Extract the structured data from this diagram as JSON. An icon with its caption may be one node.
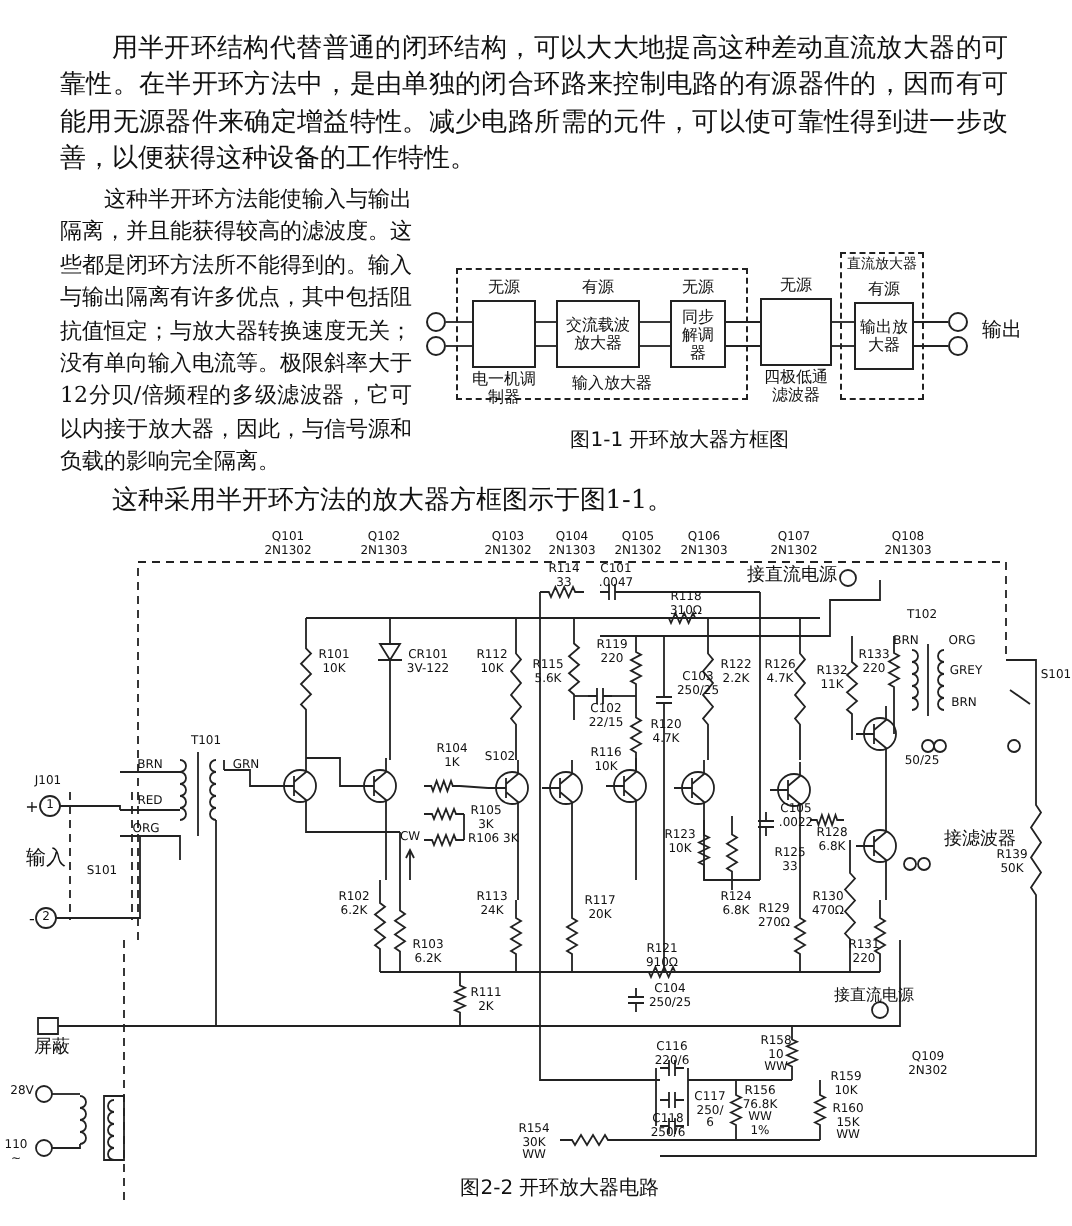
{
  "diagram": {
    "nodes": [
      {
        "text": [],
        "shape": "circle"
      },
      {
        "text": [],
        "shape": "circle"
      },
      {
        "text": [
          "输入放大器"
        ]
      },
      {
        "text": [
          "无源",
          "电一机调制器"
        ],
        "in": 2
      },
      {
        "text": [
          "有源",
          "交流载波放大器"
        ],
        "in": 2
      },
      {
        "text": [
          "无源",
          "同步解调器"
        ],
        "in": 2
      },
      {
        "text": [
          "无源",
          "四极低通滤波器"
        ]
      },
      {
        "text": [
          "直流放大器"
        ]
      },
      {
        "text": [
          "有源",
          "输出放大器"
        ],
        "in": 7
      },
      {
        "text": [],
        "shape": "circle"
      },
      {
        "text": [],
        "shape": "circle"
      }
    ],
    "edges": [
      {
        "from": 0,
        "to": 3,
        "arrow": "none"
      },
      {
        "from": 1,
        "to": 3,
        "arrow": "none"
      },
      {
        "from": 3,
        "to": 4,
        "arrow": "none"
      },
      {
        "from": 3,
        "to": 4,
        "arrow": "none"
      },
      {
        "from": 4,
        "to": 5,
        "arrow": "none"
      },
      {
        "from": 4,
        "to": 5,
        "arrow": "none"
      },
      {
        "from": 5,
        "to": 6,
        "arrow": "none"
      },
      {
        "from": 5,
        "to": 6,
        "arrow": "none"
      },
      {
        "from": 6,
        "to": 8,
        "arrow": "none"
      },
      {
        "from": 6,
        "to": 8,
        "arrow": "none"
      },
      {
        "from": 8,
        "to": 9,
        "arrow": "none"
      },
      {
        "from": 8,
        "to": 10,
        "arrow": "none"
      }
    ],
    "labels": [
      "用半开环结构代替普通的闭环结构，可以大大地提高这种差动直流放大器的可靠性。在半开环方法中，是由单独的闭合环路来控制电路的有源器件的，因而有可能用无源器件来确定增益特性。减少电路所需的元件，可以使可靠性得到进一步改善，以便获得这种设备的工作特性。",
      "这种半开环方法能使输入与输出隔离，并且能获得较高的滤波度。这些都是闭环方法所不能得到的。输入与输出隔离有许多优点，其中包括阻抗值恒定；与放大器转换速度无关；没有单向输入电流等。极限斜率大于12分贝/倍频程的多级滤波器，它可以内接于放大器，因此，与信号源和负载的影响完全隔离。",
      "输出",
      "图1-1 开环放大器方框图",
      "这种采用半开环方法的放大器方框图示于图1-1。",
      "Q101 2N1302",
      "Q102 2N1303",
      "Q103 2N1302",
      "Q104 2N1303",
      "Q105 2N1302",
      "Q106 2N1303",
      "Q107 2N1302",
      "Q108 2N1303",
      "R114 33",
      "C101 .0047",
      "接直流电源",
      "R118 310Ω",
      "R101 10K",
      "CR101 3V-122",
      "R112 10K",
      "R115 5.6K",
      "R119 220",
      "C103 250/25",
      "R122 2.2K",
      "R126 4.7K",
      "R132 11K",
      "R133 220",
      "T102",
      "BRN",
      "ORG",
      "GREY",
      "BRN",
      "S101",
      "C102 22/15",
      "R120 4.7K",
      "50/25",
      "T101",
      "J101",
      "+",
      "1",
      "BRN",
      "GRN",
      "RED",
      "ORG",
      "输入",
      "S101",
      "-",
      "2",
      "R104 1K",
      "S102",
      "R105 3K",
      "CW",
      "R106 3K",
      "R116 10K",
      "R123 10K",
      "C105 .0022",
      "R124 6.8K",
      "R125 33",
      "R128 6.8K",
      "接滤波器",
      "R139 50K",
      "R102 6.2K",
      "R113 24K",
      "R117 20K",
      "R129 270Ω",
      "R130 470Ω",
      "R103 6.2K",
      "R121 910Ω",
      "R131 220",
      "R111 2K",
      "C104 250/25",
      "接直流电源",
      "屏蔽",
      "R158 10 WW",
      "Q109 2N302",
      "C116 220/6",
      "C117 250/6",
      "R156 76.8K WW 1%",
      "R159 10K",
      "R160 15K WW",
      "C118 250/6",
      "28V",
      "R154 30K WW",
      "110~",
      "图2-2 开环放大器电路"
    ]
  }
}
